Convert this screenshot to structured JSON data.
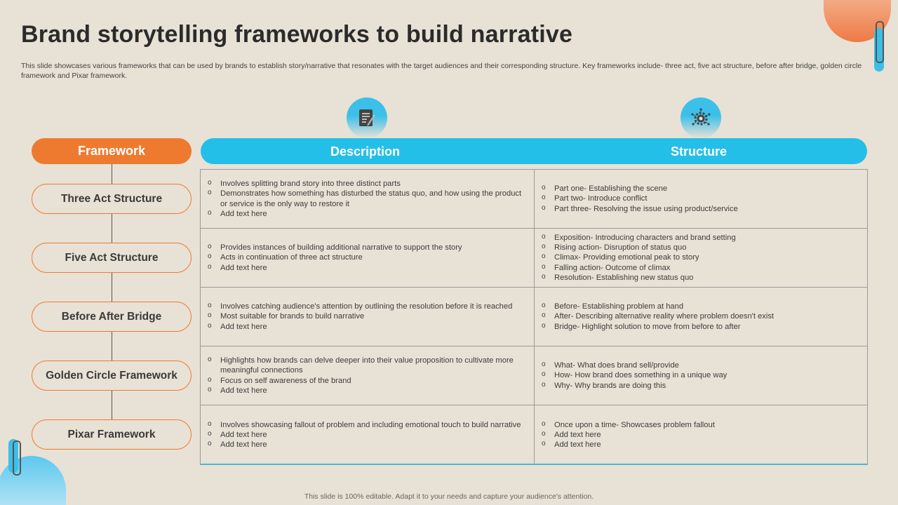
{
  "title": "Brand storytelling frameworks to build narrative",
  "subtitle": "This slide showcases various frameworks that can be used by brands to establish story/narrative that resonates with the target audiences and their corresponding structure. Key frameworks include- three act, five act structure, before after bridge, golden circle framework and Pixar framework.",
  "headers": {
    "framework": "Framework",
    "description": "Description",
    "structure": "Structure"
  },
  "icons": {
    "description": "document-pen-icon",
    "structure": "gear-network-icon"
  },
  "colors": {
    "background": "#e8e1d5",
    "orange": "#ee7a30",
    "blue": "#24bfe8"
  },
  "frameworks": [
    {
      "name": "Three Act Structure",
      "description": [
        "Involves splitting brand story into three distinct parts",
        "Demonstrates how something has disturbed the status quo, and how using the product or service is the only way to restore it",
        "Add text here"
      ],
      "structure": [
        "Part one- Establishing the scene",
        "Part two- Introduce conflict",
        "Part three- Resolving the issue using product/service"
      ]
    },
    {
      "name": "Five Act Structure",
      "description": [
        "Provides instances of building additional narrative to support the story",
        "Acts in continuation of three act structure",
        "Add text here"
      ],
      "structure": [
        "Exposition- Introducing characters and brand setting",
        "Rising action- Disruption of status quo",
        "Climax- Providing emotional peak to story",
        "Falling action- Outcome of climax",
        "Resolution- Establishing new status quo"
      ]
    },
    {
      "name": "Before After Bridge",
      "description": [
        "Involves catching audience's attention by outlining the resolution before it is reached",
        "Most suitable for brands to build narrative",
        "Add text here"
      ],
      "structure": [
        "Before- Establishing problem at hand",
        "After- Describing alternative reality where problem doesn't exist",
        "Bridge- Highlight solution to move from before to after"
      ]
    },
    {
      "name": "Golden Circle Framework",
      "description": [
        "Highlights how brands can delve deeper into their value proposition to cultivate more meaningful connections",
        "Focus on self awareness of the brand",
        "Add text here"
      ],
      "structure": [
        "What- What does brand sell/provide",
        "How- How brand does something in a unique way",
        "Why- Why brands are doing this"
      ]
    },
    {
      "name": "Pixar Framework",
      "description": [
        "Involves showcasing fallout of problem and including emotional touch to build narrative",
        "Add text here",
        "Add text here"
      ],
      "structure": [
        "Once upon a time- Showcases problem fallout",
        "Add text here",
        "Add text here"
      ]
    }
  ],
  "footer": "This slide is 100% editable. Adapt it to your needs and capture your audience's attention."
}
